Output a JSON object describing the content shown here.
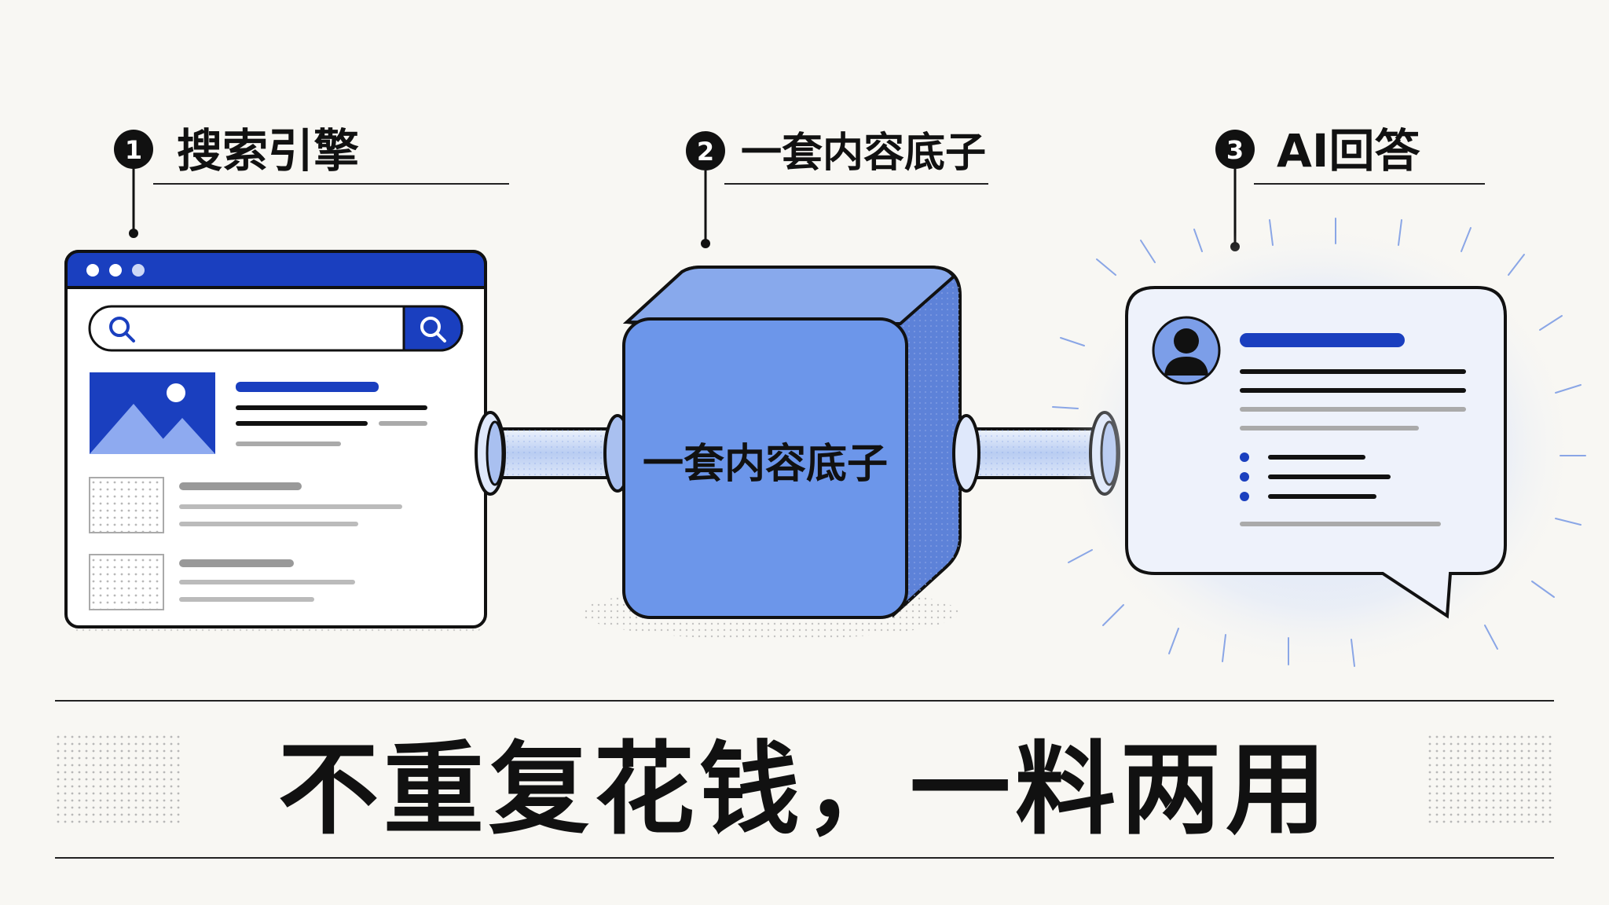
{
  "steps": [
    {
      "number": "1",
      "label": "搜索引擎"
    },
    {
      "number": "2",
      "label": "一套内容底子"
    },
    {
      "number": "3",
      "label": "AI回答"
    }
  ],
  "cube_label": "一套内容底子",
  "slogan": "不重复花钱，一料两用",
  "colors": {
    "accent": "#1a3fbf",
    "cube": "#6c96ea",
    "ink": "#111111",
    "background": "#f8f7f3"
  },
  "icons": [
    "search-icon",
    "image-placeholder-icon",
    "avatar-icon",
    "pipe-connector",
    "speech-bubble"
  ]
}
